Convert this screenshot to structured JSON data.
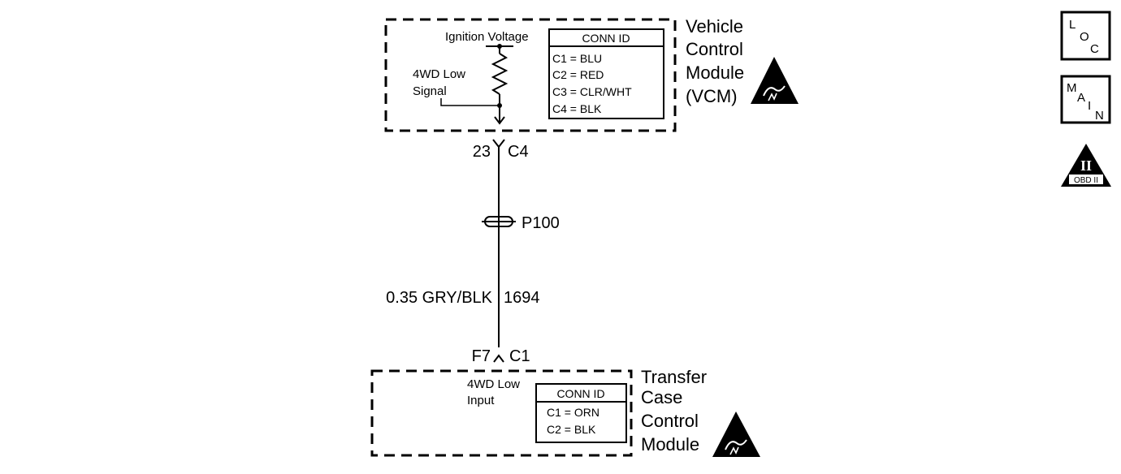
{
  "vcm": {
    "name_lines": [
      "Vehicle",
      "Control",
      "Module",
      "(VCM)"
    ],
    "ignition_label": "Ignition Voltage",
    "signal_lines": [
      "4WD Low",
      "Signal"
    ],
    "conn_id_title": "CONN ID",
    "conn_ids": [
      "C1 = BLU",
      "C2 = RED",
      "C3 = CLR/WHT",
      "C4 = BLK"
    ],
    "pin": "23",
    "connector": "C4"
  },
  "splice": {
    "label": "P100"
  },
  "wire": {
    "gauge_color": "0.35 GRY/BLK",
    "circuit": "1694"
  },
  "tccm": {
    "pin": "F7",
    "connector": "C1",
    "name_lines": [
      "Transfer",
      "Case",
      "Control",
      "Module"
    ],
    "input_lines": [
      "4WD Low",
      "Input"
    ],
    "conn_id_title": "CONN ID",
    "conn_ids": [
      "C1 = ORN",
      "C2 = BLK"
    ]
  },
  "legend_icons": {
    "loc": [
      "L",
      "O",
      "C"
    ],
    "main": [
      "M",
      "A",
      "I",
      "N"
    ],
    "obd": {
      "numeral": "II",
      "label": "OBD II"
    }
  }
}
